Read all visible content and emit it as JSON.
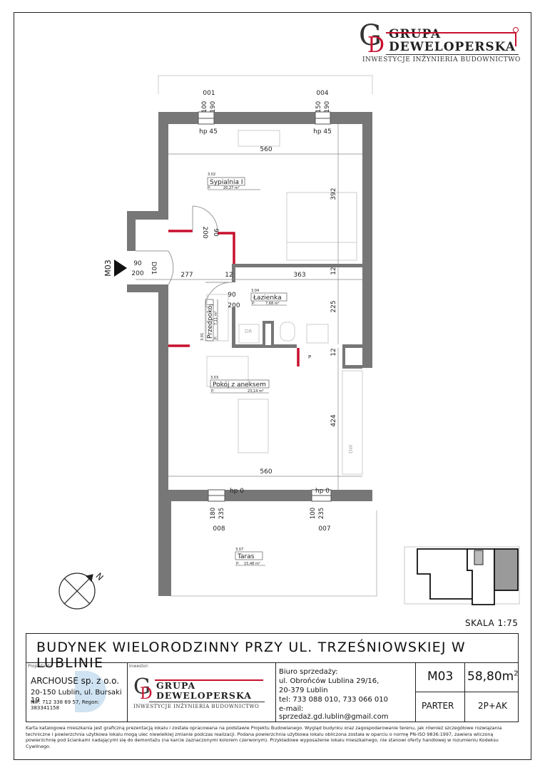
{
  "logo": {
    "mark_g": "G",
    "mark_d": "D",
    "line1": "GRUPA",
    "line2": "DEWELOPERSKA",
    "subtitle": "INWESTYCJE INŻYNIERIA BUDOWNICTWO",
    "accent_color": "#c8102e"
  },
  "plan": {
    "window_labels": [
      "001",
      "004",
      "008",
      "007"
    ],
    "window_dims": {
      "w001": [
        "100",
        "190"
      ],
      "w004": [
        "150",
        "190"
      ],
      "w008": [
        "180",
        "235"
      ],
      "w007": [
        "100",
        "235"
      ]
    },
    "hp_labels": [
      "hp 45",
      "hp 45",
      "hp 0",
      "hp 0"
    ],
    "dims": {
      "top_width": "560",
      "bottom_width": "560",
      "bedroom_depth": "392",
      "bath_depth": "225",
      "living_depth": "424",
      "hall_width": "277",
      "wall_12a": "12",
      "bath_width": "363",
      "wall_12b": "12",
      "wall_12c": "12",
      "door_bedroom_w": "90",
      "door_bedroom_h": "200",
      "door_entry_w": "90",
      "door_entry_h": "200",
      "door_entry_code": "D01",
      "door_bath_w": "90",
      "door_bath_h": "200"
    },
    "entry_marker": "M03",
    "rooms": [
      {
        "code": "3.02",
        "name": "Sypialnia I",
        "area_prefix": "P:",
        "area": "20,27 m²"
      },
      {
        "code": "3.04",
        "name": "Łazienka",
        "area_prefix": "P:",
        "area": "7,68 m²"
      },
      {
        "code": "3.01",
        "name": "Przedpokój",
        "area_prefix": "P:",
        "area": "7,11 m²"
      },
      {
        "code": "3.03",
        "name": "Pokój z aneksem",
        "area_prefix": "P:",
        "area": "23,14 m²"
      },
      {
        "code": "3.07",
        "name": "Taras",
        "area_prefix": "P:",
        "area": "15,48 m²"
      }
    ],
    "fixtures": {
      "dr": "DR",
      "p": "P",
      "dw": "DW"
    },
    "north": "N"
  },
  "scale": "SKALA 1:75",
  "title": "BUDYNEK WIELORODZINNY PRZY UL. TRZEŚNIOWSKIEJ W LUBLINIE",
  "designer": {
    "label": "Projektant:",
    "name": "ARCHOUSE sp. z o.o.",
    "address": "20-150 Lublin, ul. Bursaki 19",
    "ids": "NIP: 712 338 69 57, Regon: 383341158"
  },
  "investor": {
    "label": "Inwestor:"
  },
  "sales": {
    "heading": "Biuro sprzedaży:",
    "street": "ul. Obrońców Lublina 29/16,",
    "city": "20-379 Lublin",
    "tel": "tel: 733 088 010, 733 066 010",
    "email": "e-mail: sprzedaż.gd.lublin@gmail.com"
  },
  "unit": {
    "code": "M03",
    "area": "58,80m",
    "area_sup": "2",
    "floor": "PARTER",
    "type": "2P+AK"
  },
  "disclaimer": "Karta katalogowa mieszkania jest graficzną prezentacją lokalu i została opracowana na podstawie Projektu Budowlanego. Wygląd budynku oraz zagospodarowanie terenu, jak również szczegółowe rozwiązania techniczne i powierzchnia użytkowa lokalu mogą ulec niewielkiej zmianie podczas realizacji. Podana powierzchnia użytkowa lokalu obliczona została w oparciu o normę PN-ISO 9836:1997, zawiera wliczoną powierzchnię pod ściankami nadającymi się do demontażu (na karcie zaznaczonymi kolorem czerwonym). Przykładowe wyposażenie lokalu mieszkalnego, nie stanowi oferty handlowej w rozumieniu Kodeksu Cywilnego."
}
